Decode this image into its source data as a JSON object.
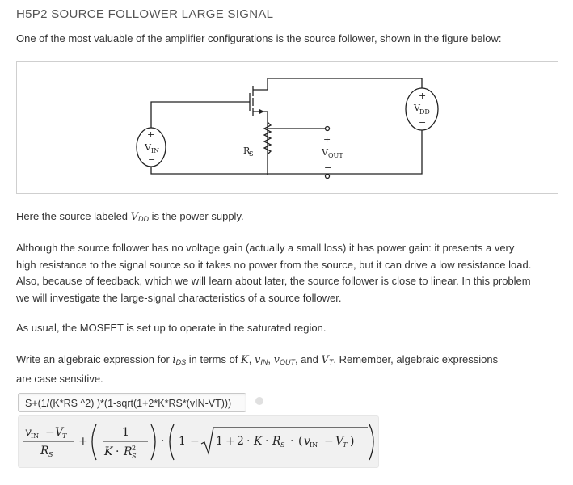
{
  "header": {
    "title": "H5P2 SOURCE FOLLOWER LARGE SIGNAL"
  },
  "intro": "One of the most valuable of the amplifier configurations is the source follower, shown in the figure below:",
  "figure": {
    "labels": {
      "vin_plus": "+",
      "vin_minus": "−",
      "vin": "V",
      "vin_sub": "IN",
      "rs": "R",
      "rs_sub": "S",
      "vout_plus": "+",
      "vout": "V",
      "vout_sub": "OUT",
      "vout_minus": "−",
      "vdd_plus": "+",
      "vdd": "V",
      "vdd_sub": "DD",
      "vdd_minus": "−"
    }
  },
  "paragraph_1": {
    "before": "Here the source labeled ",
    "var": "V",
    "var_sub": "DD",
    "after": " is the power supply."
  },
  "paragraph_2": {
    "lines": [
      "Although the source follower has no voltage gain (actually a small loss) it has power gain: it presents a very",
      "high resistance to the signal source so it takes no power from the source, but it can drive a low resistance load.",
      "Also, because of feedback, which we will learn about later, the source follower is close to linear. In this problem",
      "we will investigate the large-signal characteristics of a source follower."
    ]
  },
  "paragraph_3": "As usual, the MOSFET is set up to operate in the saturated region.",
  "question": {
    "text_1": "Write an algebraic expression for ",
    "i_ds": "i",
    "i_ds_sub": "DS",
    "text_2": " in terms of ",
    "k": "K",
    "v_in": "v",
    "v_in_sub": "IN",
    "v_out": "v",
    "v_out_sub": "OUT",
    "text_and": ", and ",
    "v_t": "V",
    "v_t_sub": "T",
    "text_3": ". Remember, algebraic expressions",
    "line_2": "are case sensitive."
  },
  "answer": {
    "value": "S+(1/(K*RS ^2) )*(1-sqrt(1+2*K*RS*(vIN-VT)))"
  },
  "preview": {
    "num1": "v",
    "num1_sub": "IN",
    "minus": "−",
    "vt": "V",
    "vt_sub": "T",
    "den1": "R",
    "den1_sub": "S",
    "plus": "+",
    "one": "1",
    "k": "K",
    "dot": "·",
    "r2": "R",
    "r2_sub": "S",
    "r2_sup": "2",
    "one_b": "1",
    "one_c": "1",
    "two": "2",
    "k2": "K",
    "rs3": "R",
    "rs3_sub": "S",
    "vin2": "v",
    "vin2_sub": "IN",
    "vt2": "V",
    "vt2_sub": "T"
  },
  "colors": {
    "status_dot": "#e0e0e0",
    "preview_bg": "#f1f1f1"
  }
}
